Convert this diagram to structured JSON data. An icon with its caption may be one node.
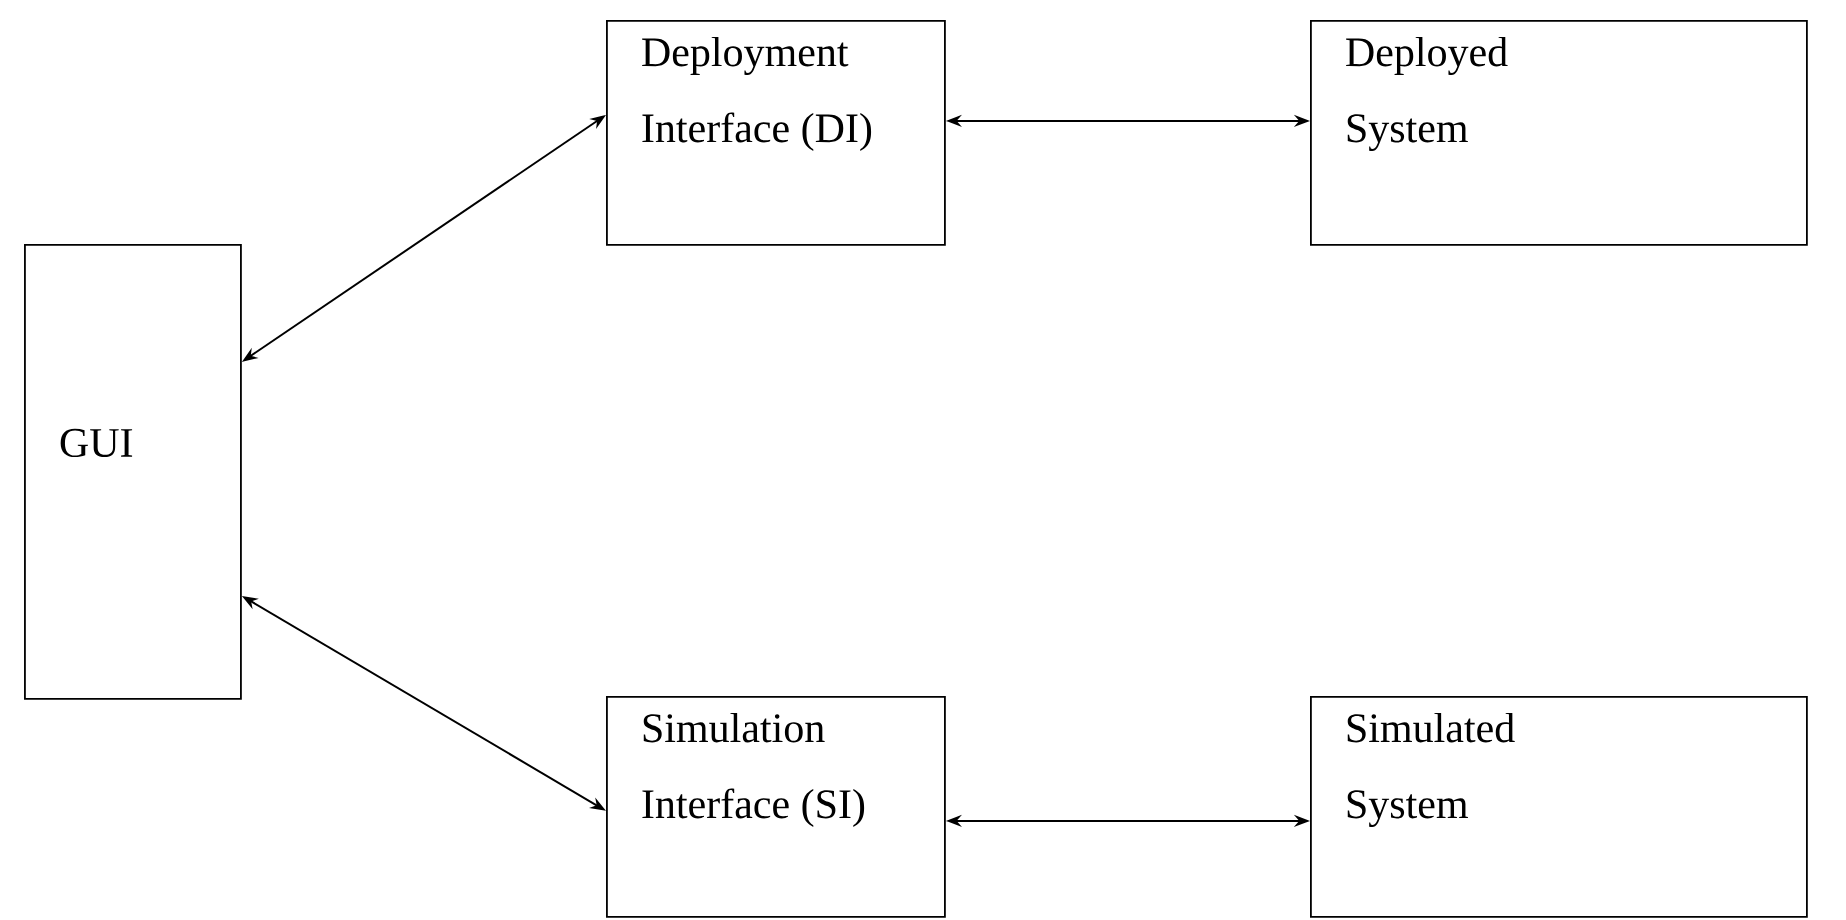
{
  "diagram": {
    "nodes": [
      {
        "text": [
          "GUI"
        ]
      },
      {
        "text": [
          "Deployment Interface (DI)"
        ]
      },
      {
        "text": [
          "Deployed System"
        ]
      },
      {
        "text": [
          "Simulation Interface (SI)"
        ]
      },
      {
        "text": [
          "Simulated System"
        ]
      }
    ],
    "edges": [
      {
        "from": 0,
        "to": 1,
        "arrow": "both"
      },
      {
        "from": 1,
        "to": 2,
        "arrow": "both"
      },
      {
        "from": 0,
        "to": 3,
        "arrow": "both"
      },
      {
        "from": 3,
        "to": 4,
        "arrow": "both"
      }
    ]
  }
}
